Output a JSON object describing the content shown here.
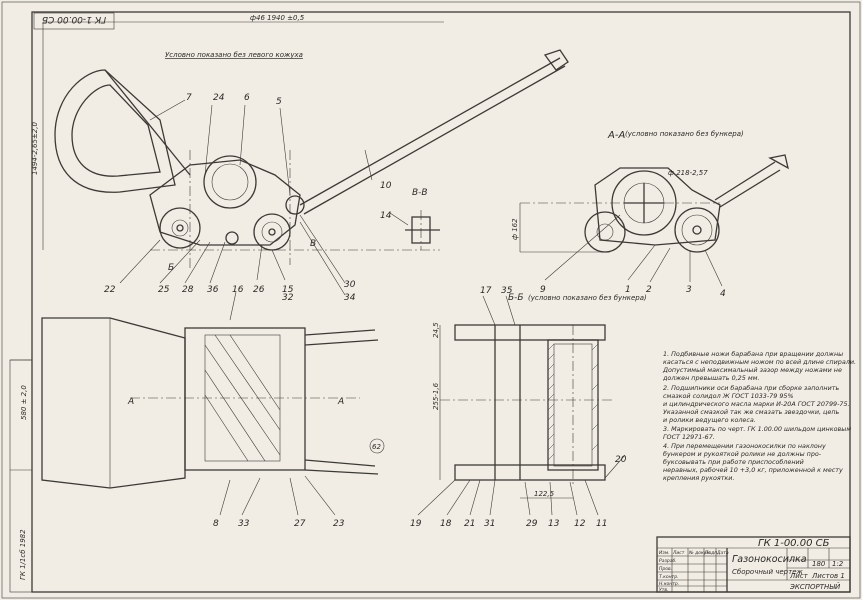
{
  "drawing": {
    "code_top": "ГК 1-00.00 СБ",
    "scale_note": "ф46 1940 ±0,5",
    "note_top_view": "Условно показано без левого кожуха",
    "section_AA_title": "А-А",
    "section_AA_note": "(условно показано без бункера)",
    "section_BB_title": "Б-Б",
    "section_BB_note": "(условно показано без бункера)",
    "section_VV_title": "В-В",
    "section_A_left": "А",
    "section_A_right": "А",
    "dim_vertical_left": "1494-2,65±2,0",
    "dim_AA": "ф 218-2,57",
    "dim_AA_vertical": "ф 162",
    "dim_BB_h1": "24,5",
    "dim_BB_h2": "255-1,6",
    "dim_BB_w": "122,5",
    "dim_left_plan": "580 ± 2,0",
    "side_stamp": "ГК 1/1сб 1982",
    "callouts": [
      "7",
      "24",
      "6",
      "5",
      "10",
      "14",
      "9",
      "1",
      "2",
      "3",
      "4",
      "22",
      "25",
      "28",
      "36",
      "26",
      "15",
      "32",
      "30",
      "34",
      "16",
      "17",
      "35",
      "8",
      "33",
      "27",
      "23",
      "19",
      "18",
      "21",
      "31",
      "29",
      "13",
      "12",
      "11",
      "20",
      "62"
    ]
  },
  "notes": [
    "1. Подбивные ножи барабана при вращении должны",
    "касаться с неподвижным ножом по всей длине спирали.",
    "Допустимый максимальный зазор между ножами не",
    "должен превышать 0,25 мм.",
    "2. Подшипники оси барабана при сборке заполнить",
    "смазкой солидол Ж ГОСТ 1033-79 95%",
    "и цилиндрического масла марки И-20А ГОСТ 20799-75.",
    "Указанной смазкой так же смазать звездочки, цепь",
    "и ролики ведущего колеса.",
    "3. Маркировать по черт. ГК 1.00.00 шильдом цинковым",
    "ГОСТ 12971-67.",
    "4. При перемещении газонокосилки по наклону",
    "бункером и рукояткой ролики не должны про-",
    "буксовывать при работе приспособлений",
    "неравных, рабочей 10 +3,0 кг, приложенной к месту",
    "крепления рукоятки."
  ],
  "title_block": {
    "code": "ГК 1-00.00 СБ",
    "name": "Газонокосилка",
    "subtitle": "Сборочный чертеж",
    "mass": "180",
    "scale": "1:2",
    "sheet": "Лист",
    "sheets": "Листов 1",
    "org": "ЭКСПОРТНЫЙ",
    "rows": [
      "Изм.",
      "Лист",
      "№ докум.",
      "Подп.",
      "Дата",
      "Разраб.",
      "Пров.",
      "Т.контр.",
      "Н.контр.",
      "Утв."
    ]
  }
}
